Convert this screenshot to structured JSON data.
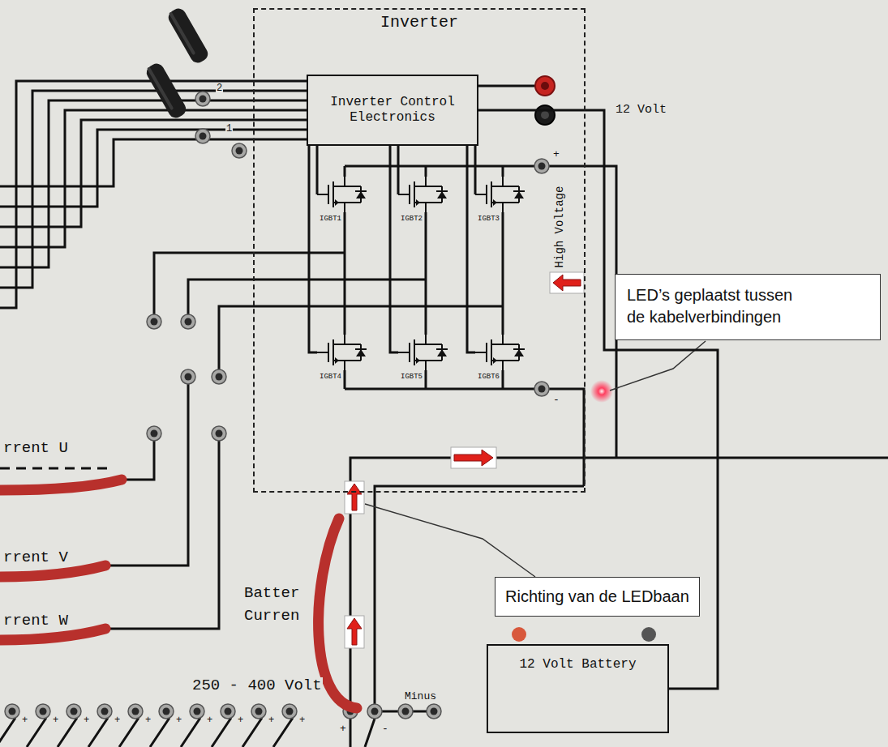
{
  "diagram": {
    "nodes": [
      {
        "text": [
          "Inverter",
          "High Voltage"
        ]
      },
      {
        "text": [
          "Inverter Control Electronics"
        ],
        "in": 0
      },
      {
        "text": [
          "LED’s geplaatst tussen de kabelverbindingen"
        ]
      },
      {
        "text": [
          "Richting van de LEDbaan"
        ]
      },
      {
        "text": [
          "12 Volt Battery"
        ]
      }
    ],
    "edges": [
      {
        "from": 4,
        "to": 1,
        "arrow": "none"
      }
    ],
    "labels": [
      "2",
      "1",
      "12 Volt",
      "+",
      "IGBT1",
      "IGBT2",
      "IGBT3",
      "IGBT4",
      "IGBT5",
      "IGBT6",
      "-",
      "rrent U",
      "rrent V",
      "Batter",
      "Curren",
      "rrent W",
      "250 - 400 Volt",
      "Minus",
      "+",
      "+",
      "+",
      "+",
      "+",
      "+",
      "+",
      "+",
      "+",
      "+",
      "+",
      "-"
    ]
  }
}
